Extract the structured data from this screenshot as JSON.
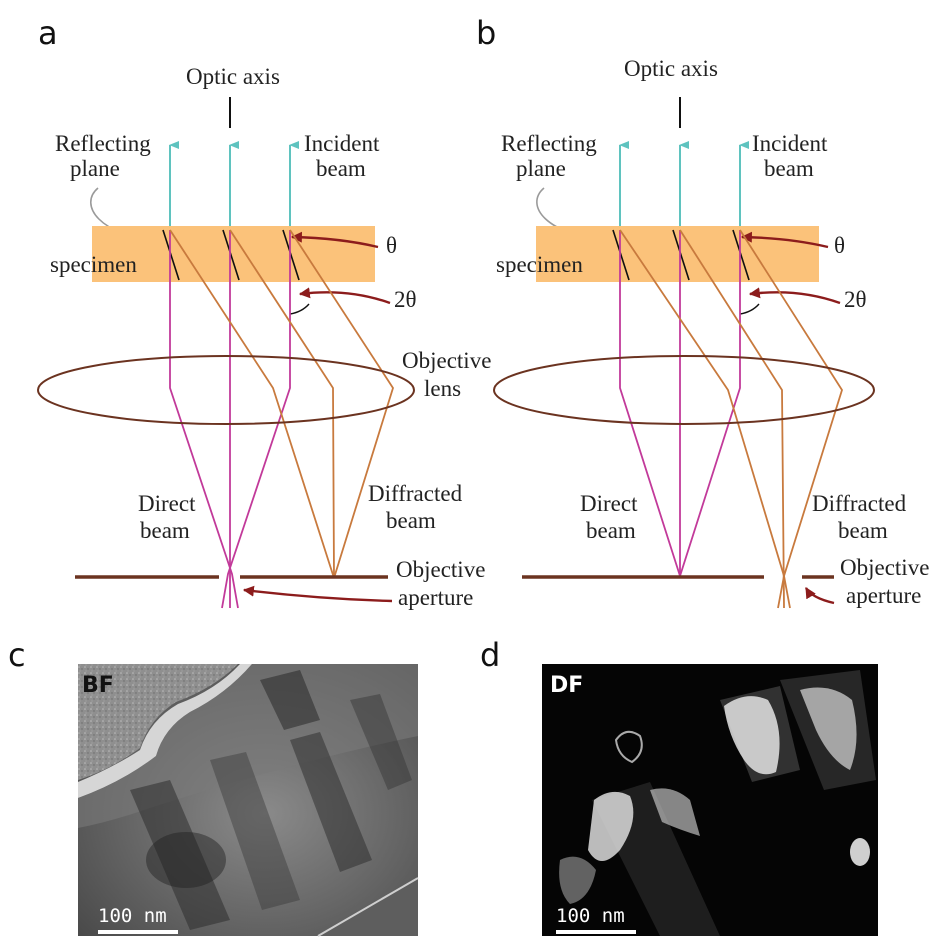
{
  "panels": {
    "a": {
      "letter": "a",
      "optic_axis": "Optic axis",
      "reflecting_plane": [
        "Reflecting",
        "plane"
      ],
      "incident_beam": [
        "Incident",
        "beam"
      ],
      "specimen": "specimen",
      "theta": "θ",
      "two_theta": "2θ",
      "objective_lens": [
        "Objective",
        "lens"
      ],
      "direct_beam": [
        "Direct",
        "beam"
      ],
      "diffracted_beam": [
        "Diffracted",
        "beam"
      ],
      "objective_aperture": [
        "Objective",
        "aperture"
      ]
    },
    "b": {
      "letter": "b",
      "optic_axis": "Optic axis",
      "reflecting_plane": [
        "Reflecting",
        "plane"
      ],
      "incident_beam": [
        "Incident",
        "beam"
      ],
      "specimen": "specimen",
      "theta": "θ",
      "two_theta": "2θ",
      "direct_beam": [
        "Direct",
        "beam"
      ],
      "diffracted_beam": [
        "Diffracted",
        "beam"
      ],
      "objective_aperture": [
        "Objective",
        "aperture"
      ]
    },
    "c": {
      "letter": "c",
      "tag": "BF",
      "scale_label": "100 nm"
    },
    "d": {
      "letter": "d",
      "tag": "DF",
      "scale_label": "100 nm"
    }
  },
  "colors": {
    "specimen_fill": "#fbc27a",
    "incident_beam": "#5fc3bf",
    "direct_beam": "#c23a9a",
    "diffracted_beam": "#c87a3e",
    "lens_outline": "#6b3320",
    "aperture_bar": "#6b3320",
    "arrow": "#8c1c1c"
  }
}
